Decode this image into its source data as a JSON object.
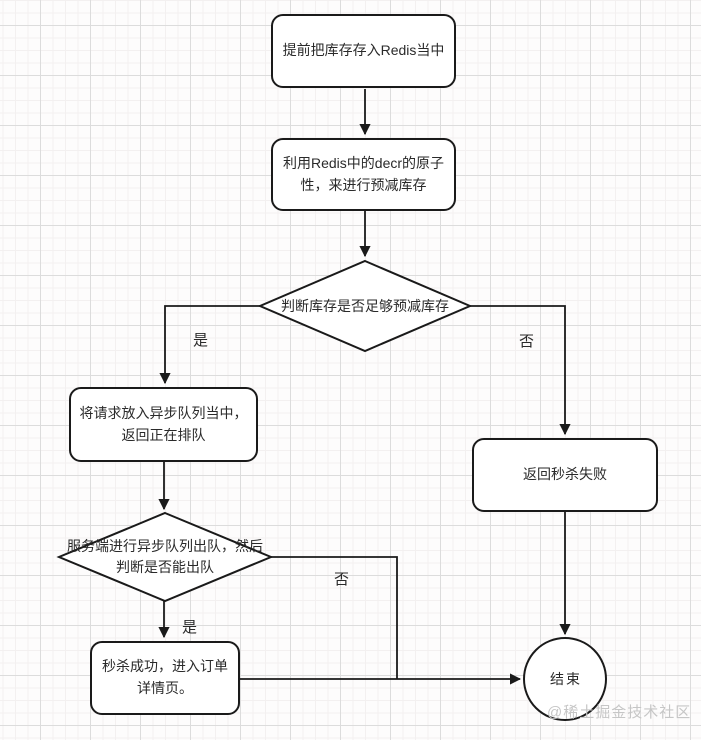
{
  "colors": {
    "stroke": "#1a1a1a",
    "node_fill": "#ffffff",
    "text": "#2a2a2a",
    "grid_major": "#dcdcdc",
    "grid_minor": "#f3f0f0",
    "watermark": "#c6c6c6"
  },
  "nodes": {
    "store_redis": {
      "type": "process",
      "label": "提前把库存存入Redis当中"
    },
    "pre_decr": {
      "type": "process",
      "label": "利用Redis中的decr的原子性，来进行预减库存"
    },
    "check_stock": {
      "type": "decision",
      "label": "判断库存是否足够预减库存"
    },
    "enqueue": {
      "type": "process",
      "label": "将请求放入异步队列当中，返回正在排队"
    },
    "return_fail": {
      "type": "process",
      "label": "返回秒杀失败"
    },
    "dequeue_check": {
      "type": "decision",
      "label": "服务端进行异步队列出队，然后判断是否能出队"
    },
    "success": {
      "type": "process",
      "label": "秒杀成功，进入订单详情页。"
    },
    "end": {
      "type": "terminal",
      "label": "结束"
    }
  },
  "edge_labels": {
    "stock_yes": "是",
    "stock_no": "否",
    "dequeue_yes": "是",
    "dequeue_no": "否"
  },
  "watermark": "@稀土掘金技术社区"
}
